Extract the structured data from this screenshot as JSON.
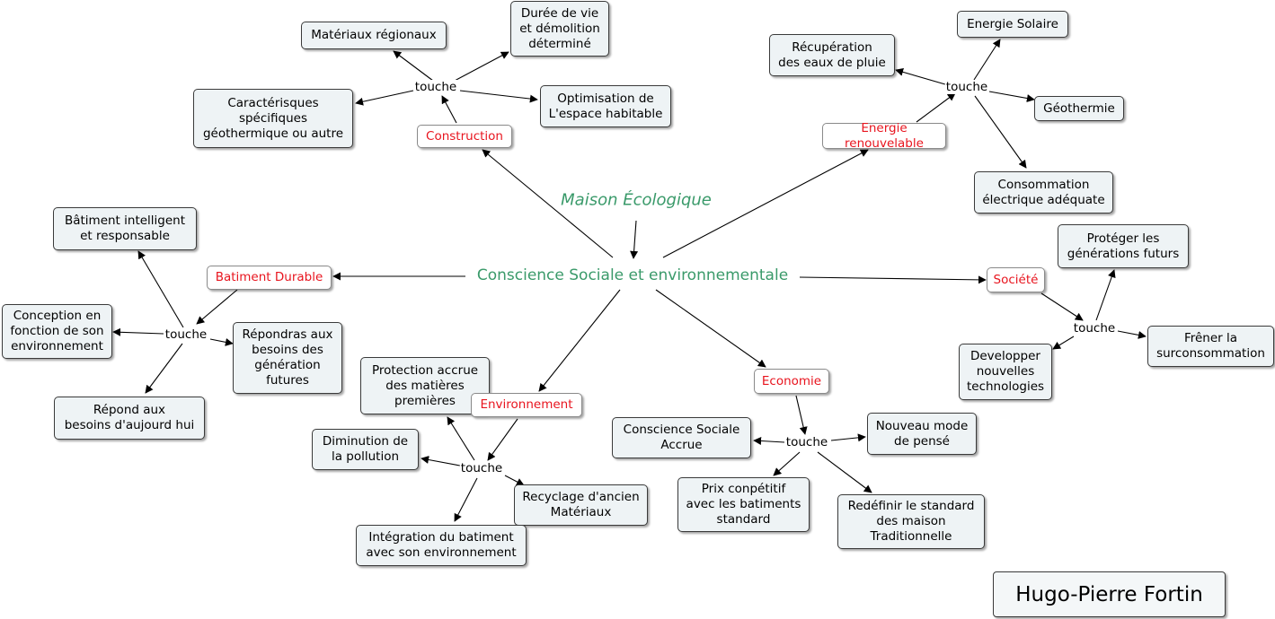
{
  "title": "Maison Écologique",
  "center": "Conscience Sociale et environnementale",
  "link_word": "touche",
  "signature": "Hugo-Pierre Fortin",
  "branches": {
    "construction": "Construction",
    "energie": "Energie renouvelable",
    "batiment": "Batiment Durable",
    "societe": "Société",
    "environnement": "Environnement",
    "economie": "Economie"
  },
  "leaves": {
    "construction": {
      "materiaux": "Matériaux régionaux",
      "duree": "Durée de vie\net démolition\ndéterminé",
      "caracteristiques": "Caractérisques\nspécifiques\ngéothermique ou autre",
      "optimisation": "Optimisation de\nL'espace habitable"
    },
    "energie": {
      "solaire": "Energie Solaire",
      "recuperation": "Récupération\ndes eaux de pluie",
      "geothermie": "Géothermie",
      "consommation": "Consommation\nélectrique adéquate"
    },
    "batiment": {
      "intelligent": "Bâtiment intelligent\net responsable",
      "conception": "Conception en\nfonction de son\nenvironnement",
      "repondras": "Répondras aux\nbesoins des\ngénération\nfutures",
      "repond": "Répond aux\nbesoins d'aujourd hui"
    },
    "societe": {
      "proteger": "Protéger les\ngénérations futurs",
      "developper": "Developper\nnouvelles\ntechnologies",
      "frener": "Frêner la\nsurconsommation"
    },
    "environnement": {
      "protection": "Protection accrue\ndes matières\npremières",
      "diminution": "Diminution de\nla pollution",
      "recyclage": "Recyclage d'ancien\nMatériaux",
      "integration": "Intégration du batiment\navec son environnement"
    },
    "economie": {
      "conscience": "Conscience Sociale\nAccrue",
      "nouveau": "Nouveau mode\nde pensé",
      "prix": "Prix conpétitif\navec les batiments\nstandard",
      "redefinir": "Redéfinir le standard\ndes maison\nTraditionnelle"
    }
  }
}
